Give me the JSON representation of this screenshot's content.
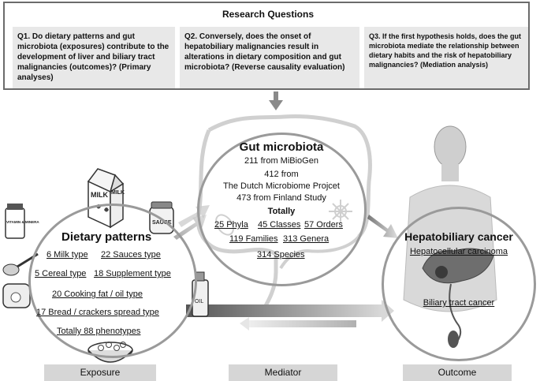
{
  "research": {
    "title": "Research Questions",
    "q1": "Q1. Do dietary patterns and gut microbiota (exposures) contribute to the development of liver and biliary tract malignancies (outcomes)? (Primary analyses)",
    "q2": "Q2. Conversely, does the onset of hepatobiliary malignancies result in alterations in dietary composition and gut microbiota? (Reverse causality evaluation)",
    "q3": "Q3. If the first hypothesis holds, does the gut microbiota mediate the relationship between dietary habits and the risk of hepatobiliary malignancies? (Mediation analysis)"
  },
  "gut": {
    "title": "Gut microbiota",
    "line1": "211 from MiBioGen",
    "line2": "412 from",
    "line3": "The Dutch Microbiome Projcet",
    "line4": "473 from Finland Study",
    "totally": "Totally",
    "phyla": "25 Phyla",
    "classes": "45 Classes",
    "orders": "57 Orders",
    "families": "119 Families",
    "genera": "313 Genera",
    "species": "314 Species"
  },
  "diet": {
    "title": "Dietary patterns",
    "milk": "6 Milk type",
    "sauces": "22 Sauces type",
    "cereal": "5 Cereal type",
    "supplement": "18 Supplement type",
    "cooking": "20 Cooking fat / oil type",
    "bread": "17 Bread / crackers spread type",
    "total": "Totally 88 phenotypes",
    "carton_text": "MILK",
    "jar_text": "SAUCE",
    "vitamin_text": "VITAMIN & MINERA",
    "oil_text": "OIL"
  },
  "outcome": {
    "title": "Hepatobiliary cancer",
    "hcc": "Hepatocellular carcinoma",
    "btc": "Biliary tract cancer"
  },
  "labels": {
    "exposure": "Exposure",
    "mediator": "Mediator",
    "outcome": "Outcome"
  }
}
